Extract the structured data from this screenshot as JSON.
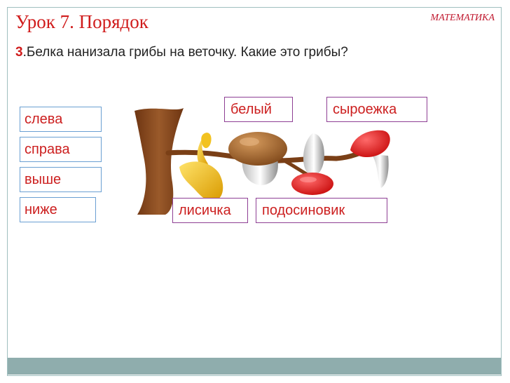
{
  "header": {
    "title": "Урок 7. Порядок",
    "subject": "МАТЕМАТИКА"
  },
  "question": {
    "number": "3",
    "text": ".Белка нанизала грибы на веточку. Какие это грибы?"
  },
  "words": [
    "слева",
    "справа",
    "выше",
    "ниже"
  ],
  "labels": {
    "beliy": "белый",
    "syroezhka": "сыроежка",
    "lisichka": "лисичка",
    "podosinovik": "подосиновик"
  },
  "colors": {
    "accent_red": "#d01c1c",
    "word_border": "#6a9fd2",
    "label_border": "#8e3f94",
    "footer": "#8fadad",
    "trunk": "#8a4a1e"
  }
}
